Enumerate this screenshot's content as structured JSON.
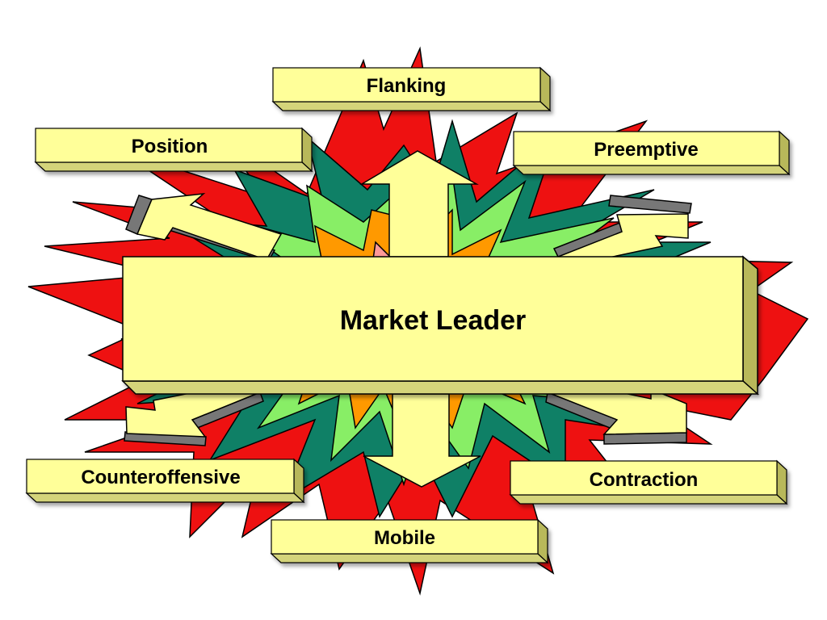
{
  "diagram": {
    "center_label": "Market Leader",
    "strategies": {
      "flanking": "Flanking",
      "position": "Position",
      "preemptive": "Preemptive",
      "counteroffensive": "Counteroffensive",
      "contraction": "Contraction",
      "mobile": "Mobile"
    }
  },
  "colors": {
    "box_fill": "#ffff99",
    "box_shadow": "#b8b85a",
    "burst_red": "#ee1111",
    "burst_teal": "#0f8066",
    "burst_light_green": "#88ee66",
    "burst_orange": "#ff9900",
    "burst_pink": "#ff9999",
    "arrow_edge": "#777777"
  }
}
